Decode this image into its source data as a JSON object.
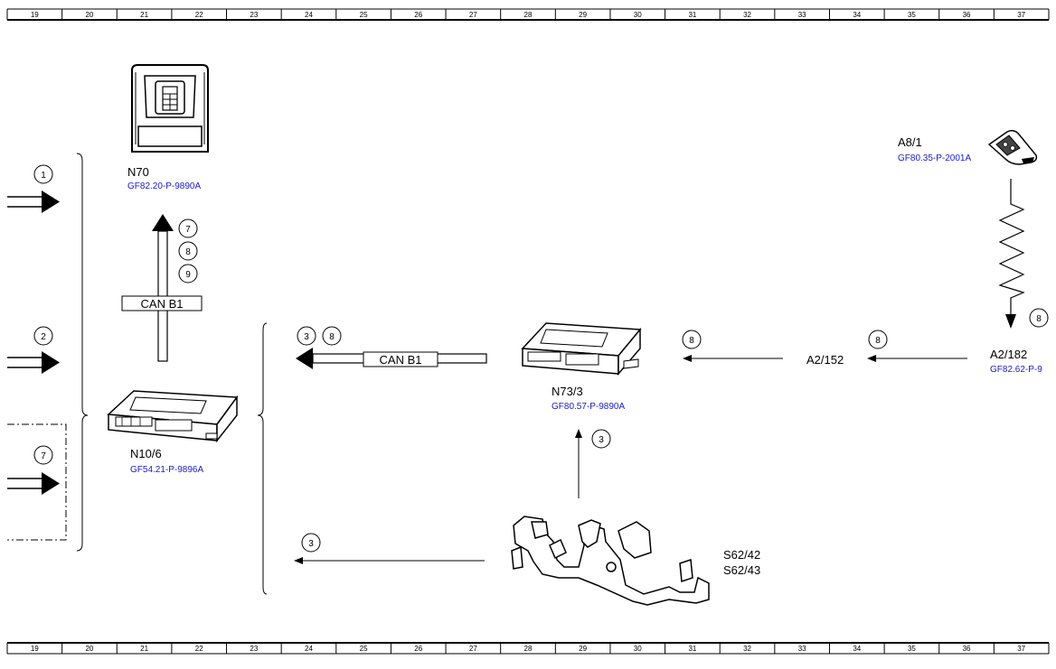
{
  "ruler": {
    "numbers": [
      "19",
      "20",
      "21",
      "22",
      "23",
      "24",
      "25",
      "26",
      "27",
      "28",
      "29",
      "30",
      "31",
      "32",
      "33",
      "34",
      "35",
      "36",
      "37"
    ]
  },
  "components": {
    "n70": {
      "label": "N70",
      "ref": "GF82.20-P-9890A"
    },
    "n10_6": {
      "label": "N10/6",
      "ref": "GF54.21-P-9896A"
    },
    "n73_3": {
      "label": "N73/3",
      "ref": "GF80.57-P-9890A"
    },
    "a8_1": {
      "label": "A8/1",
      "ref": "GF80.35-P-2001A"
    },
    "a2_182": {
      "label": "A2/182",
      "ref": "GF82.62-P-9"
    },
    "a2_152": {
      "label": "A2/152"
    },
    "s62": {
      "label_1": "S62/42",
      "label_2": "S62/43"
    }
  },
  "buses": {
    "can_upper": "CAN B1",
    "can_middle": "CAN B1"
  },
  "signals": {
    "in_1": "1",
    "in_2": "2",
    "in_7": "7",
    "n70_7": "7",
    "n70_8": "8",
    "n70_9": "9",
    "can_3": "3",
    "can_8": "8",
    "n73_in_8": "8",
    "a2_152_8": "8",
    "a2_182_8": "8",
    "s62_up_3": "3",
    "s62_left_3": "3"
  }
}
